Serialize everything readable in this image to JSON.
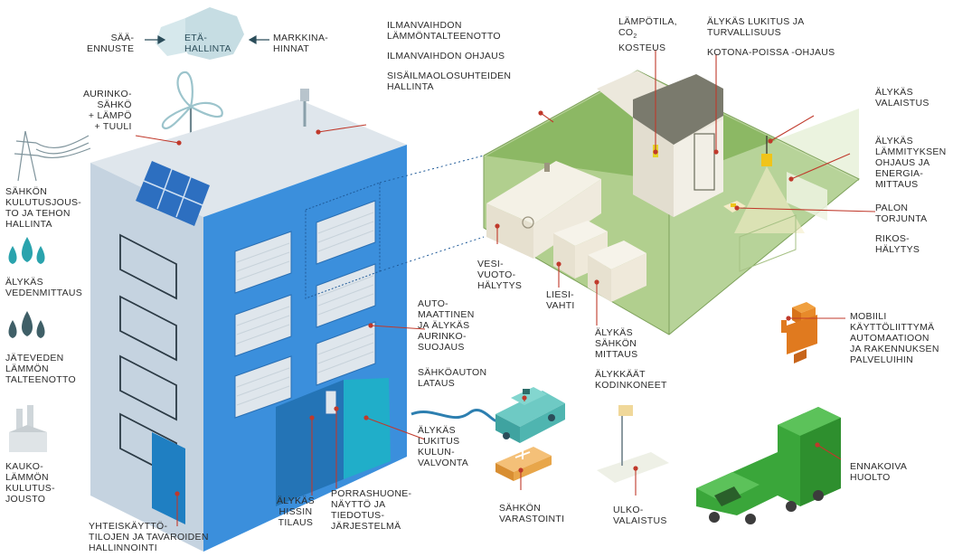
{
  "labels": {
    "saaennuste": "SÄÄ-\nENNUSTE",
    "etahallinta": "ETÄ-\nHALLINTA",
    "markkinahinnat": "MARKKINA-\nHINNAT",
    "aurinkosahko": "AURINKO-\nSÄHKÖ\n+ LÄMPÖ\n+ TUULI",
    "sahkon_kulutusjousto": "SÄHKÖN\nKULUTUSJOUS-\nTO JA TEHON\nHALLINTA",
    "alykas_vedenmittaus": "ÄLYKÄS\nVEDENMITTAUS",
    "jateveden": "JÄTEVEDEN\nLÄMMÖN\nTALTEENOTTO",
    "kaukolammon": "KAUKO-\nLÄMMÖN\nKULUTUS-\nJOUSTO",
    "yhteiskaytto": "YHTEISKÄYTTÖ-\nTILOJEN JA TAVAROIDEN\nHALLINNOINTI",
    "alykas_hissin": "ÄLYKÄS\nHISSIN\nTILAUS",
    "porrashuone": "PORRASHUONE-\nNÄYTTÖ JA\nTIEDOTUS-\nJÄRJESTELMÄ",
    "alykas_lukitus_kulun": "ÄLYKÄS\nLUKITUS\nKULUN-\nVALVONTA",
    "automaattinen": "AUTO-\nMAATTINEN\nJA ÄLYKÄS\nAURINKO-\nSUOJAUS",
    "ilmanvaihdon_lto": "ILMANVAIHDON\nLÄMMÖNTALTEENOTTO",
    "ilmanvaihdon_ohjaus": "ILMANVAIHDON OHJAUS",
    "sisailma": "SISÄILMAOLOSUHTEIDEN\nHALLINTA",
    "lampotila_pre": "LÄMPÖTILA,\nCO",
    "lampotila_sub": "2",
    "kosteus": "KOSTEUS",
    "alykas_lukitus_turv": "ÄLYKÄS LUKITUS JA\nTURVALLISUUS",
    "kotona_poissa": "KOTONA-POISSA -OHJAUS",
    "alykas_valaistus": "ÄLYKÄS\nVALAISTUS",
    "alykas_lammityksen": "ÄLYKÄS\nLÄMMITYKSEN\nOHJAUS JA\nENERGIA-\nMITTAUS",
    "palon_torjunta": "PALON\nTORJUNTA",
    "rikoshalytys": "RIKOS-\nHÄLYTYS",
    "vesivuotohalytys": "VESI-\nVUOTO-\nHÄLYTYS",
    "liesivahti": "LIESI-\nVAHTI",
    "alykas_sahkon_mittaus": "ÄLYKÄS\nSÄHKÖN\nMITTAUS",
    "alykkaat_kodinkoneet": "ÄLYKKÄÄT\nKODINKONEET",
    "sahkoauton_lataus": "SÄHKÖAUTON\nLATAUS",
    "sahkon_varastointi": "SÄHKÖN\nVARASTOINTI",
    "ulkovalaistus": "ULKO-\nVALAISTUS",
    "mobiili": "MOBIILI\nKÄYTTÖLIITTYMÄ\nAUTOMAATIOON\nJA RAKENNUKSEN\nPALVELUIHIN",
    "ennakoiva_huolto": "ENNAKOIVA\nHUOLTO"
  },
  "colors": {
    "building_front": "#3b8fdc",
    "building_side": "#c9d6e3",
    "building_roof": "#dfe6ec",
    "room_floor": "#8cb864",
    "room_wall": "#cfe1b0",
    "callout_red": "#c0392b",
    "car_teal": "#3fa3a0",
    "truck_green": "#3aa63a",
    "battery_orange": "#e8a64a",
    "robot_orange": "#e07a1f",
    "cloud": "#c6dde3",
    "icon_gray": "#6f8790",
    "drop_teal": "#2aa3ad"
  }
}
